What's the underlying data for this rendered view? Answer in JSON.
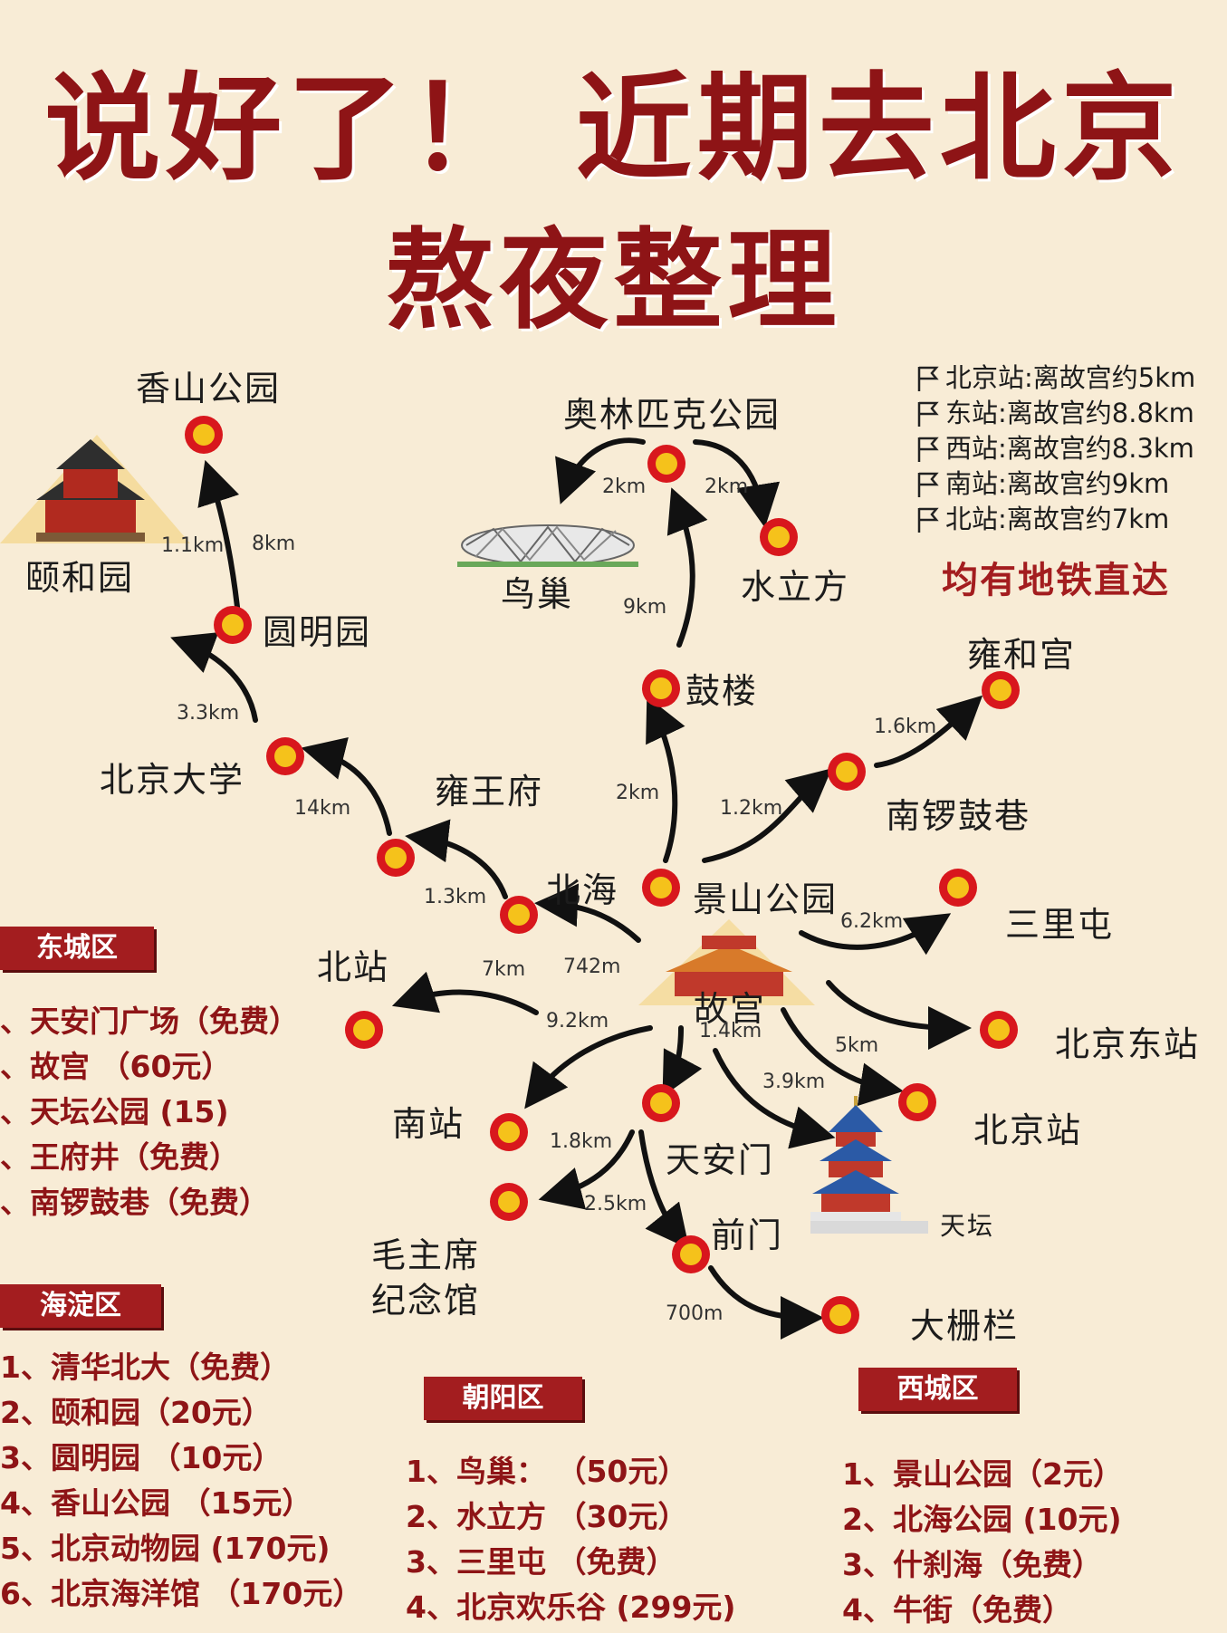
{
  "title": {
    "line1": "说好了！ 近期去北京",
    "line2": "熬夜整理"
  },
  "stations": {
    "items": [
      "北京站:离故宫约5km",
      "东站:离故宫约8.8km",
      "西站:离故宫约8.3km",
      "南站:离故宫约9km",
      "北站:离故宫约7km"
    ],
    "note": "均有地铁直达"
  },
  "places": {
    "xiangshan": "香山公园",
    "yiheyuan": "颐和园",
    "yuanmingyuan": "圆明园",
    "pku": "北京大学",
    "yongwangfu": "雍王府",
    "beihai": "北海",
    "beizhan": "北站",
    "nanzhan": "南站",
    "mao_line1": "毛主席",
    "mao_line2": "纪念馆",
    "olympic": "奥林匹克公园",
    "niaochao": "鸟巢",
    "shuilifang": "水立方",
    "gulou": "鼓楼",
    "yonghegong": "雍和宫",
    "nanluoguxiang": "南锣鼓巷",
    "jingshan": "景山公园",
    "sanlitun": "三里屯",
    "gugong": "故宫",
    "beijingdongzhan": "北京东站",
    "beijingzhan": "北京站",
    "tiananmen": "天安门",
    "tiantan": "天坛",
    "qianmen": "前门",
    "dashilan": "大栅栏"
  },
  "distances": {
    "yiheyuan_xiangshan": "1.1km",
    "yuanming_xiangshan": "8km",
    "pku_yuanming": "3.3km",
    "yongwang_pku": "14km",
    "beihai_yongwang": "1.3km",
    "beizhan": "7km",
    "gugong_beihai": "742m",
    "nanzhan": "9.2km",
    "mao": "1.8km",
    "qianmen": "2.5km",
    "dashilan": "700m",
    "tiananmen": "1.4km",
    "tiantan": "3.9km",
    "beijingzhan": "5km",
    "dongzhan": "6.2km",
    "jingshan_gulou": "2km",
    "gulou_olympic": "9km",
    "olympic_niaochao": "2km",
    "olympic_shuilifang": "2km",
    "nanluo": "1.2km",
    "yonghegong": "1.6km"
  },
  "districts": {
    "dongcheng": {
      "name": "东城区",
      "items": [
        "、天安门广场（免费）",
        "、故宫 （60元）",
        "、天坛公园 (15)",
        "、王府井（免费）",
        "、南锣鼓巷（免费）"
      ]
    },
    "haidian": {
      "name": "海淀区",
      "items": [
        "1、清华北大（免费）",
        "2、颐和园（20元）",
        "3、圆明园 （10元）",
        "4、香山公园 （15元）",
        "5、北京动物园 (170元)",
        "6、北京海洋馆 （170元）"
      ]
    },
    "chaoyang": {
      "name": "朝阳区",
      "items": [
        "1、鸟巢： （50元）",
        "2、水立方 （30元）",
        "3、三里屯 （免费）",
        "4、北京欢乐谷 (299元)"
      ]
    },
    "xicheng": {
      "name": "西城区",
      "items": [
        "1、景山公园（2元）",
        "2、北海公园 (10元)",
        "3、什刹海（免费）",
        "4、牛街（免费）"
      ]
    }
  },
  "colors": {
    "title": "#8e1416",
    "marker_ring": "#d8171d",
    "marker_center": "#f5c21b",
    "badge": "#a31d1f"
  }
}
